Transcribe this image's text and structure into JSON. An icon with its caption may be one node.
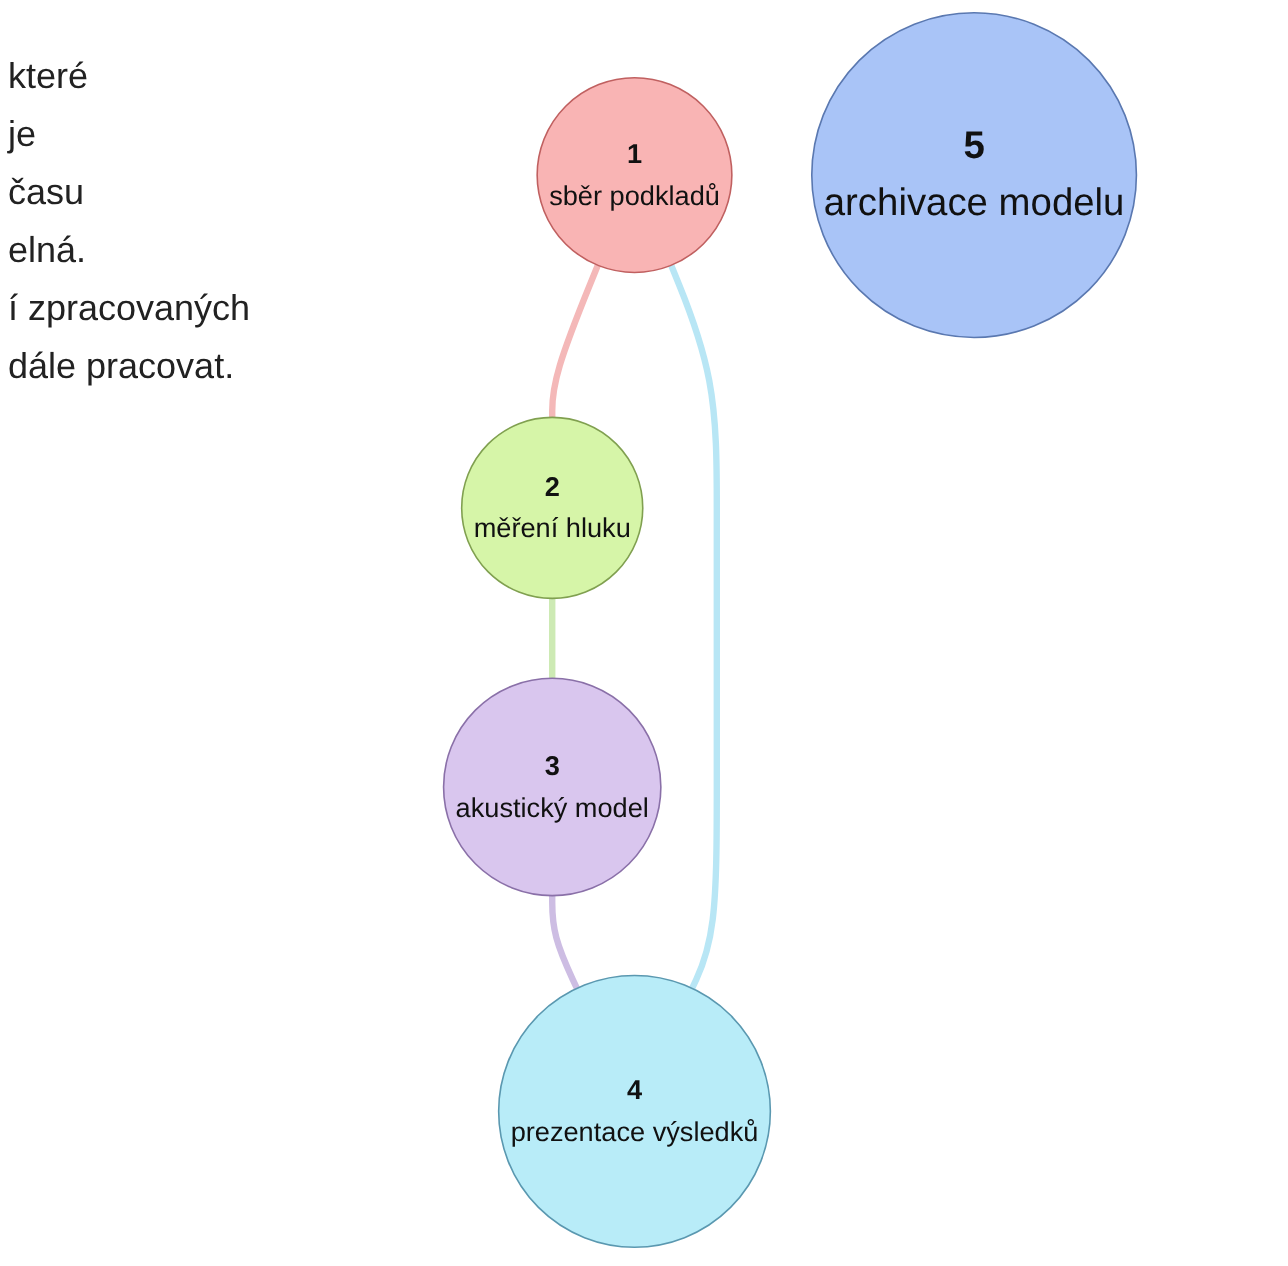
{
  "diagram": {
    "nodes": [
      {
        "text": [
          "1",
          "sběr podkladů"
        ]
      },
      {
        "text": [
          "2",
          "měření hluku"
        ]
      },
      {
        "text": [
          "3",
          "akustický model"
        ]
      },
      {
        "text": [
          "4",
          "prezentace výsledků"
        ]
      },
      {
        "text": [
          "5",
          "archivace modelu"
        ]
      }
    ],
    "edges": [
      {
        "from": 0,
        "to": 1,
        "arrow": "none",
        "color": "#f4b8b8"
      },
      {
        "from": 1,
        "to": 2,
        "arrow": "none",
        "color": "#cdeab4"
      },
      {
        "from": 2,
        "to": 3,
        "arrow": "none",
        "color": "#cdbde3"
      },
      {
        "from": 3,
        "to": 0,
        "arrow": "none",
        "color": "#b8e6f5"
      }
    ],
    "labels": [
      "které",
      "je",
      "času",
      "elná.",
      "í zpracovaných",
      "dále pracovat."
    ]
  }
}
